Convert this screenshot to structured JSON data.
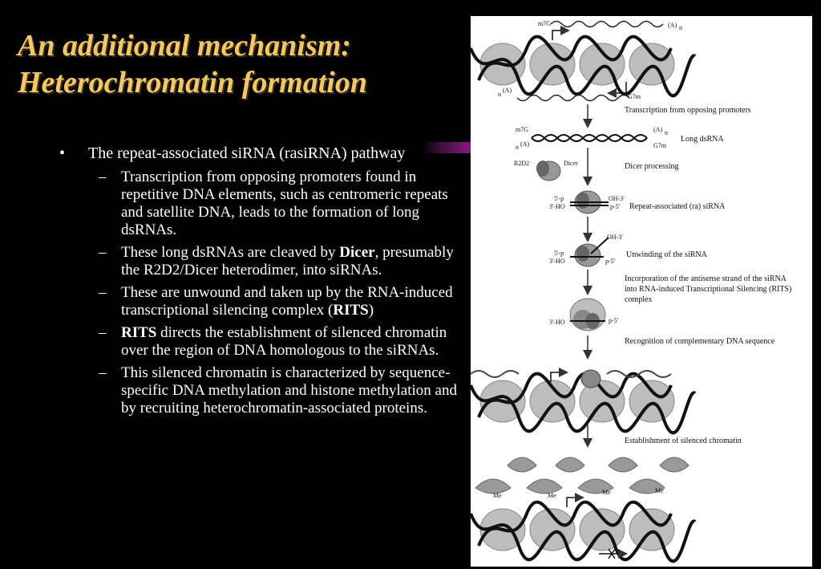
{
  "title": {
    "line1": "An additional mechanism:",
    "line2": "Heterochromatin formation"
  },
  "bullet": {
    "mark": "•",
    "text": "The repeat-associated siRNA (rasiRNA) pathway"
  },
  "dash": "–",
  "subitems": {
    "s1": "Transcription from opposing promoters found in repetitive DNA elements, such as centromeric repeats and satellite DNA, leads to the formation of long dsRNAs.",
    "s2_pre": " These long dsRNAs are cleaved by ",
    "s2_bold": "Dicer",
    "s2_post": ", presumably the R2D2/Dicer heterodimer, into siRNAs.",
    "s3_pre": "These are unwound and taken up by the RNA-induced transcriptional silencing complex (",
    "s3_bold": "RITS",
    "s3_post": ")",
    "s4_pre": " ",
    "s4_bold": "RITS",
    "s4_post": " directs the establishment of silenced chromatin over the region of DNA homologous to the siRNAs.",
    "s5": "This silenced chromatin is characterized by sequence-specific DNA methylation and histone methylation and by recruiting heterochromatin-associated proteins."
  },
  "figure": {
    "m7g_top": "m7G",
    "a_top": "(A)",
    "n_top": "n",
    "n_bottom": "n",
    "a_bottom": "(A)",
    "g7m_bottom": "G7m",
    "step1": "Transcription from opposing promoters",
    "m7g_ds": "m7G",
    "a_ds_right": "(A)",
    "n_ds_right": "n",
    "n_ds_left": "n",
    "a_ds_left": "(A)",
    "g7m_ds": "G7m",
    "step2": "Long dsRNA",
    "r2d2": "R2D2",
    "dicer": "Dicer",
    "step3": "Dicer processing",
    "p5_1": "5'-p",
    "ho3_1": "3'-HO",
    "oh3_1": "OH-3'",
    "p5_1b": "p-5'",
    "step4": "Repeat-associated (ra) siRNA",
    "p5_2": "5'-p",
    "ho3_2": "3'-HO",
    "oh3_2": "OH-3'",
    "p5_2b": "p-5'",
    "step5": "Unwinding of the siRNA",
    "step6_l1": "Incorporation of the antisense strand of the siRNA",
    "step6_l2": "into RNA-induced Transcriptional Silencing (RITS)",
    "step6_l3": "complex",
    "ho3_3": "3'-HO",
    "p5_3": "p-5'",
    "step7": "Recognition of complementary DNA sequence",
    "step8": "Establishment of silenced chromatin",
    "me1": "Me",
    "me2": "Me",
    "me3": "Me",
    "me4": "Me"
  },
  "colors": {
    "title": "#f2c766",
    "text": "#ffffff",
    "background": "#000000",
    "divider": "#8a1c86",
    "nucleosome": "#bdbdbd"
  }
}
